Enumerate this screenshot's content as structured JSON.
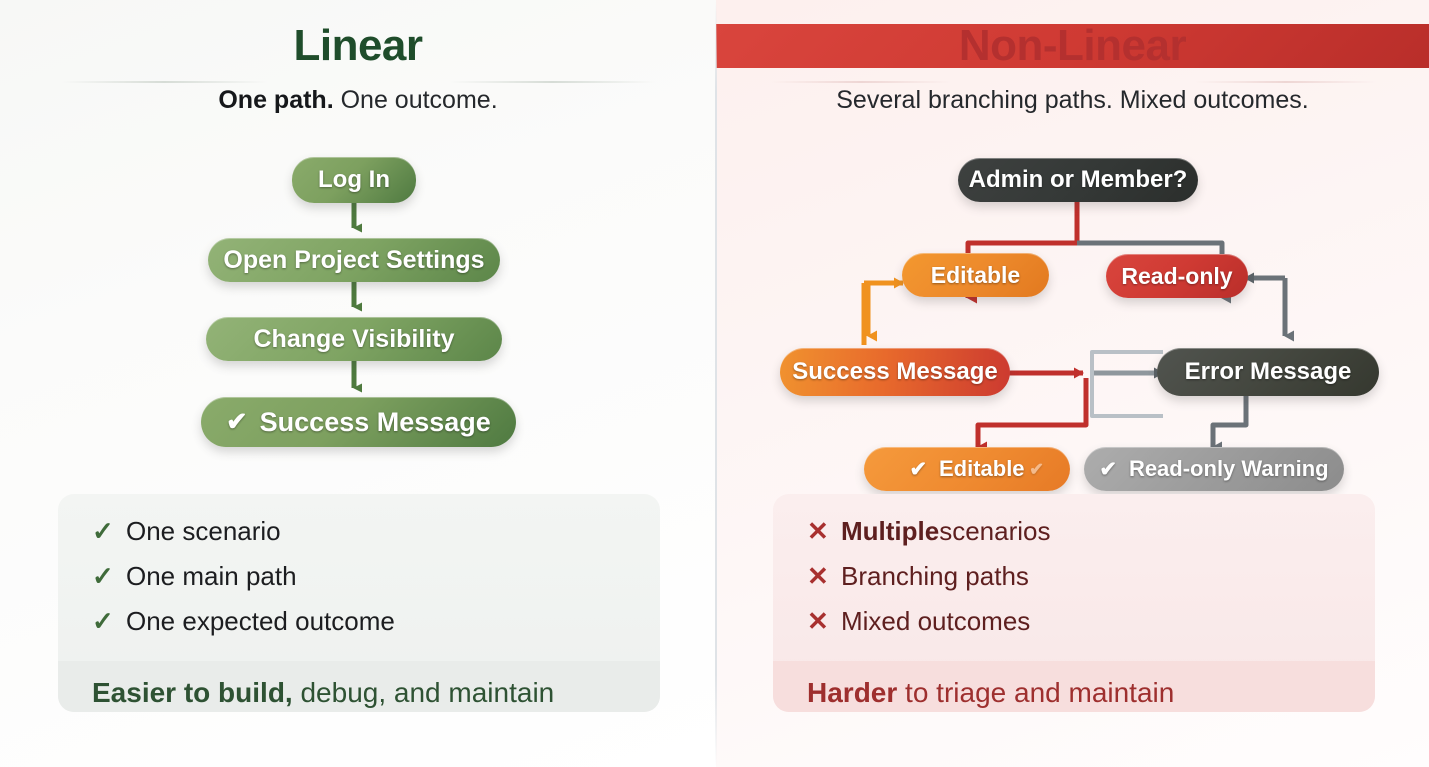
{
  "left": {
    "title": "Linear",
    "subtitle_bold": "One path.",
    "subtitle_rest": " One outcome.",
    "accent": "#1f4d2b",
    "flow": {
      "nodes": [
        {
          "id": "log-in",
          "label": "Log In"
        },
        {
          "id": "open-project-settings",
          "label": "Open Project Settings"
        },
        {
          "id": "change-visibility",
          "label": "Change Visibility"
        },
        {
          "id": "success-message",
          "label": "Success Message",
          "check": "✔"
        }
      ]
    },
    "bullets": [
      {
        "mark": "✓",
        "text": "One scenario"
      },
      {
        "mark": "✓",
        "text": "One main path"
      },
      {
        "mark": "✓",
        "text": "One expected outcome"
      }
    ],
    "footer_bold": "Easier to build,",
    "footer_rest": " debug, and maintain"
  },
  "right": {
    "title": "Non-Linear",
    "subtitle_bold": "",
    "subtitle_rest": "Several branching paths. Mixed outcomes.",
    "accent": "#b4302f",
    "flow": {
      "nodes": [
        {
          "id": "admin-or-member",
          "label": "Admin or Member?"
        },
        {
          "id": "editable",
          "label": "Editable"
        },
        {
          "id": "read-only",
          "label": "Read-only"
        },
        {
          "id": "success-message",
          "label": "Success Message"
        },
        {
          "id": "error-message",
          "label": "Error Message"
        },
        {
          "id": "editable-outcome",
          "label": "Editable",
          "check": "✔"
        },
        {
          "id": "read-only-warning",
          "label": "Read-only Warning",
          "check": "✔"
        }
      ]
    },
    "bullets": [
      {
        "mark": "✕",
        "bold": "Multiple",
        "text": " scenarios"
      },
      {
        "mark": "✕",
        "bold": "",
        "text": "Branching paths"
      },
      {
        "mark": "✕",
        "bold": "",
        "text": "Mixed outcomes"
      }
    ],
    "footer_bold": "Harder",
    "footer_rest": " to triage and maintain"
  },
  "colors": {
    "green_node": "#6f9455",
    "orange_node": "#ed8a2c",
    "red_node": "#cf3a33",
    "dark_node": "#34382f",
    "grey_node": "#9c9c9c",
    "red_arrow": "#c0302c",
    "grey_arrow": "#6b7278",
    "orange_arrow": "#f0921f",
    "green_arrow": "#4e7a3e"
  }
}
